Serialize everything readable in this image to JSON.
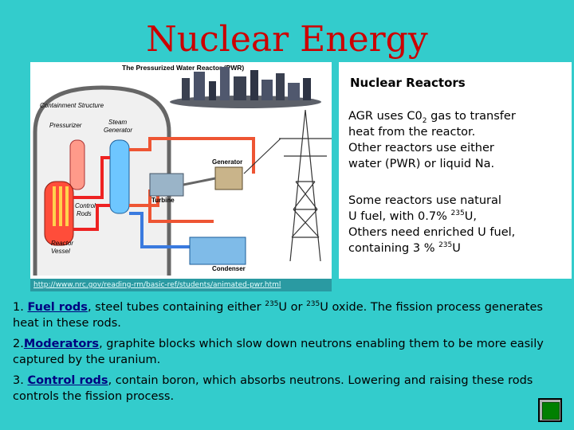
{
  "slide": {
    "title": "Nuclear Energy"
  },
  "diagram": {
    "title": "The Pressurized Water Reactor (PWR)",
    "labels": {
      "containment": "Containment Structure",
      "pressurizer": "Pressurizer",
      "steam_generator_1": "Steam",
      "steam_generator_2": "Generator",
      "control_rods_1": "Control",
      "control_rods_2": "Rods",
      "reactor_vessel_1": "Reactor",
      "reactor_vessel_2": "Vessel",
      "generator": "Generator",
      "turbine": "Turbine",
      "condenser": "Condenser"
    },
    "url": "http://www.nrc.gov/reading-rm/basic-ref/students/animated-pwr.html"
  },
  "panel": {
    "heading": "Nuclear Reactors",
    "p1_a": "AGR uses C0",
    "p1_sub": "2",
    "p1_b": " gas to transfer",
    "p1_l2": "heat from the reactor.",
    "p1_l3": "Other reactors use either",
    "p1_l4": "water (PWR) or liquid Na.",
    "p2_l1": "Some reactors use natural",
    "p2_l2a": "U fuel, with 0.7% ",
    "p2_sup1": "235",
    "p2_l2b": "U,",
    "p2_l3": "Others need enriched U fuel,",
    "p2_l4a": "containing 3 % ",
    "p2_sup2": "235",
    "p2_l4b": "U"
  },
  "items": [
    {
      "num": "1. ",
      "term": "Fuel rods",
      "t1": ", steel tubes containing either ",
      "sup1": "235",
      "t2": "U or ",
      "sup2": "235",
      "t3": "U oxide. The fission process generates heat in these rods."
    },
    {
      "num": "2.",
      "term": "Moderators",
      "t1": ", graphite blocks which slow down neutrons enabling them to be more easily captured by the uranium."
    },
    {
      "num": "3. ",
      "term": "Control rods",
      "t1": ", contain boron, which absorbs neutrons. Lowering and raising these rods controls the fission process."
    }
  ],
  "colors": {
    "background": "#33cccc",
    "title": "#cc0000",
    "term": "#000080",
    "nav_button": "#008000"
  },
  "icons": {
    "nav": "green-square-nav-icon"
  }
}
